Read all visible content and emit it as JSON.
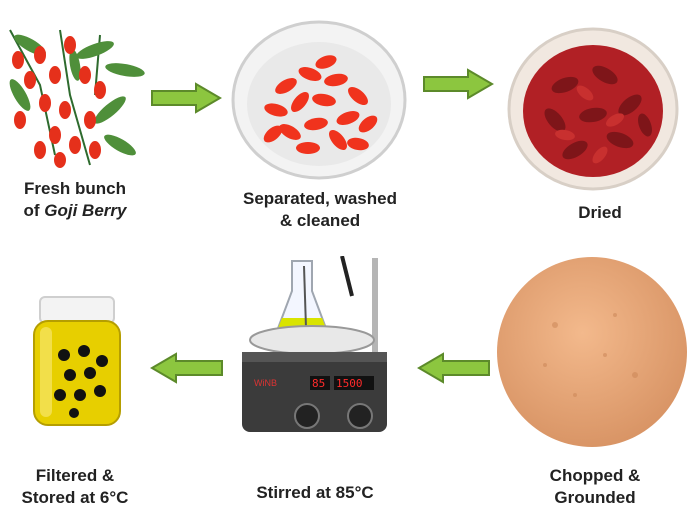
{
  "steps": [
    {
      "id": "fresh",
      "caption_line1": "Fresh bunch",
      "caption_line2_prefix": "of ",
      "caption_line2_italic": "Goji Berry"
    },
    {
      "id": "separated",
      "caption_line1": "Separated, washed",
      "caption_line2": "& cleaned"
    },
    {
      "id": "dried",
      "caption": "Dried"
    },
    {
      "id": "ground",
      "caption_line1": "Chopped &",
      "caption_line2": "Grounded"
    },
    {
      "id": "stirred",
      "caption": "Stirred at 85°C",
      "display_left": "85",
      "display_right": "1500",
      "brand": "WiNB"
    },
    {
      "id": "filtered",
      "caption_line1": "Filtered &",
      "caption_line2": "Stored at 6°C"
    }
  ],
  "colors": {
    "arrow_fill": "#8cc63f",
    "arrow_stroke": "#5c8a2a",
    "berry": "#e83a1f",
    "dried_berry": "#9b1b22",
    "powder": "#e9a77a",
    "extract": "#e9d200"
  }
}
